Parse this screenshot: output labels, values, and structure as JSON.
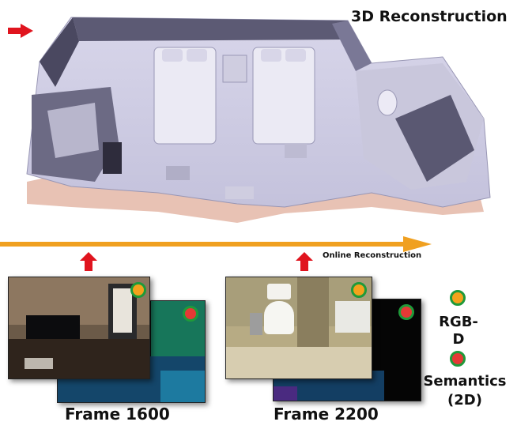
{
  "title": "3D Reconstruction",
  "timeline": {
    "label": "Online Reconstruction",
    "color": "#f0a020"
  },
  "frames": [
    {
      "label": "Frame 1600"
    },
    {
      "label": "Frame 2200"
    }
  ],
  "legend": {
    "rgbd": {
      "label": "RGB-D",
      "color": "#f4a21c"
    },
    "semantics": {
      "label": "Semantics",
      "sublabel": "(2D)",
      "color": "#e53935"
    },
    "ring_color": "#1f9a3a"
  },
  "marker_color": "#e0141e"
}
